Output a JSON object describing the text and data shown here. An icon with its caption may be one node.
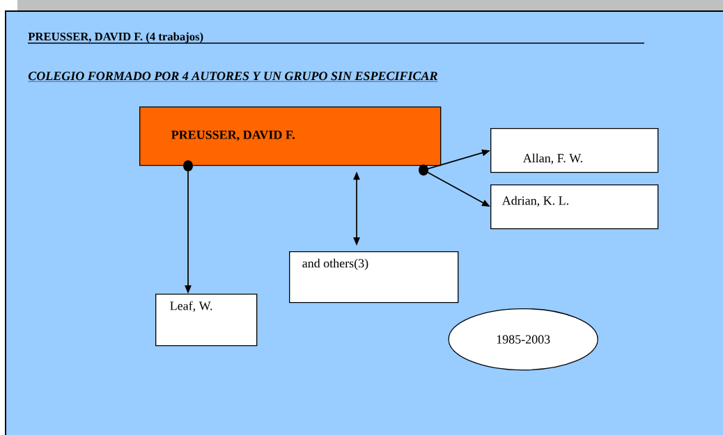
{
  "diagram": {
    "title": "PREUSSER, DAVID F.  (4 trabajos)",
    "nodes": [
      {
        "text": [
          "PREUSSER, DAVID F."
        ]
      },
      {
        "text": [
          "Allan, F. W."
        ]
      },
      {
        "text": [
          "Adrian, K. L."
        ]
      },
      {
        "text": [
          "and others(3)"
        ]
      },
      {
        "text": [
          "Leaf, W."
        ]
      },
      {
        "text": [
          "1985-2003"
        ]
      }
    ],
    "edges": [
      {
        "from": 0,
        "to": 4,
        "arrow": "to"
      },
      {
        "from": 0,
        "to": 3,
        "arrow": "both"
      },
      {
        "from": 0,
        "to": 1,
        "arrow": "to"
      },
      {
        "from": 0,
        "to": 2,
        "arrow": "to"
      }
    ],
    "labels": [
      "COLEGIO FORMADO POR 4 AUTORES Y UN GRUPO SIN ESPECIFICAR"
    ]
  }
}
